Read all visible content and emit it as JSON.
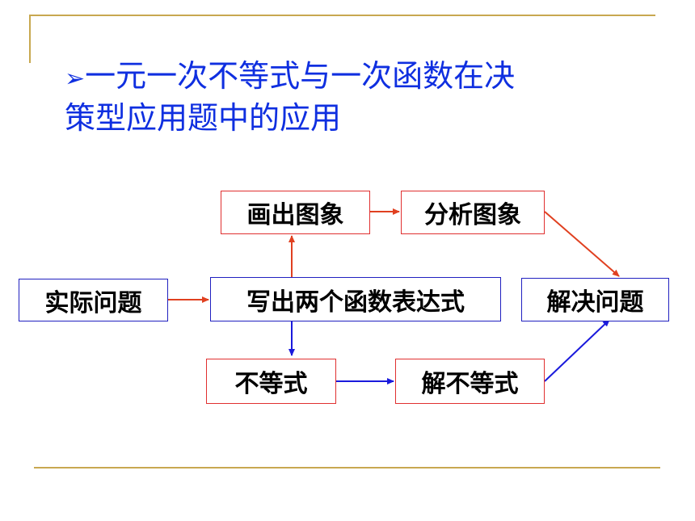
{
  "slide": {
    "title_bullet": "➢",
    "title_line1": "一元一次不等式与一次函数在决",
    "title_line2": "策型应用题中的应用"
  },
  "flowchart": {
    "nodes": {
      "practical_problem": "实际问题",
      "write_expressions": "写出两个函数表达式",
      "draw_graph": "画出图象",
      "analyze_graph": "分析图象",
      "inequality": "不等式",
      "solve_inequality": "解不等式",
      "solve_problem": "解决问题"
    }
  },
  "colors": {
    "accent_line": "#c8a850",
    "title": "#0f2fe0",
    "red_arrow": "#e04020",
    "blue_arrow": "#1a1adc"
  }
}
